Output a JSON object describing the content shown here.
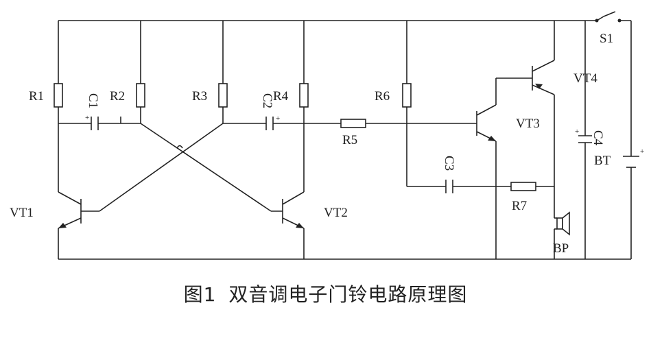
{
  "labels": {
    "R1": "R1",
    "R2": "R2",
    "R3": "R3",
    "R4": "R4",
    "R5": "R5",
    "R6": "R6",
    "R7": "R7",
    "C1": "C1",
    "C2": "C2",
    "C3": "C3",
    "C4": "C4",
    "VT1": "VT1",
    "VT2": "VT2",
    "VT3": "VT3",
    "VT4": "VT4",
    "S1": "S1",
    "BT": "BT",
    "BP": "BP",
    "plus": "+"
  },
  "caption": {
    "number": "图1",
    "title": "双音调电子门铃电路原理图"
  }
}
